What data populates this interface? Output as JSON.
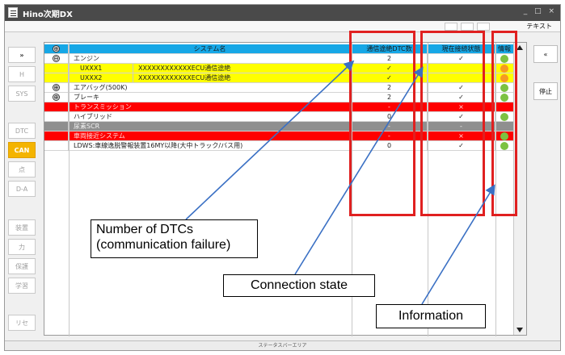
{
  "window": {
    "title": "Hino次期DX",
    "controls": "_ □ ×",
    "text_label": "テキスト"
  },
  "left_nav": [
    {
      "id": "collapse",
      "label": "»",
      "active": false,
      "dark": true
    },
    {
      "id": "h",
      "label": "H",
      "active": false,
      "dark": false
    },
    {
      "id": "sys",
      "label": "SYS",
      "active": false,
      "dark": false
    },
    {
      "id": "dtc",
      "label": "DTC",
      "active": false,
      "dark": false
    },
    {
      "id": "can",
      "label": "CAN",
      "active": true,
      "dark": false
    },
    {
      "id": "ten",
      "label": "点",
      "active": false,
      "dark": false
    },
    {
      "id": "da",
      "label": "D-A",
      "active": false,
      "dark": false
    },
    {
      "id": "sochi",
      "label": "装置",
      "active": false,
      "dark": false
    },
    {
      "id": "ka",
      "label": "力",
      "active": false,
      "dark": false
    },
    {
      "id": "hogo",
      "label": "保護",
      "active": false,
      "dark": false
    },
    {
      "id": "gaku",
      "label": "学習",
      "active": false,
      "dark": false
    },
    {
      "id": "reset",
      "label": "リセ",
      "active": false,
      "dark": false
    }
  ],
  "right_nav": [
    {
      "id": "expand",
      "label": "«"
    },
    {
      "id": "stop",
      "label": "停止"
    }
  ],
  "table": {
    "headers": {
      "expand": "⊕",
      "name": "システム名",
      "dtc": "通信途絶DTC数",
      "conn": "現在接続状態",
      "info": "情報"
    },
    "rows": [
      {
        "exp": "⊖",
        "code": "",
        "name": "エンジン",
        "dtc": "2",
        "conn": "✓",
        "info": "green",
        "bg": "white"
      },
      {
        "exp": "",
        "code": "UXXX1",
        "name": "XXXXXXXXXXXXECU通信途絶",
        "dtc": "✓",
        "conn": "",
        "info": "orange",
        "bg": "yellow"
      },
      {
        "exp": "",
        "code": "UXXX2",
        "name": "XXXXXXXXXXXXECU通信途絶",
        "dtc": "✓",
        "conn": "",
        "info": "orange",
        "bg": "yellow"
      },
      {
        "exp": "⊕",
        "code": "",
        "name": "エアバッグ(500K)",
        "dtc": "2",
        "conn": "✓",
        "info": "green",
        "bg": "white"
      },
      {
        "exp": "⊕",
        "code": "",
        "name": "ブレーキ",
        "dtc": "2",
        "conn": "✓",
        "info": "green",
        "bg": "white"
      },
      {
        "exp": "",
        "code": "",
        "name": "トランスミッション",
        "dtc": "-",
        "conn": "×",
        "info": "",
        "bg": "red"
      },
      {
        "exp": "",
        "code": "",
        "name": "ハイブリッド",
        "dtc": "0",
        "conn": "✓",
        "info": "green",
        "bg": "white"
      },
      {
        "exp": "",
        "code": "",
        "name": "尿素SCR",
        "dtc": "-",
        "conn": "-",
        "info": "",
        "bg": "gray"
      },
      {
        "exp": "",
        "code": "",
        "name": "車両接近システム",
        "dtc": "-",
        "conn": "×",
        "info": "green",
        "bg": "red"
      },
      {
        "exp": "",
        "code": "",
        "name": "LDWS:車線逸脱警報装置16MY以降(大中トラック/バス用)",
        "dtc": "0",
        "conn": "✓",
        "info": "green",
        "bg": "white"
      }
    ]
  },
  "status_bar": "ステータスバーエリア",
  "annotations": {
    "dtc_count": "Number of DTCs (communication failure)",
    "dtc_count_line1": "Number of DTCs",
    "dtc_count_line2": "(communication failure)",
    "connection_state": "Connection state",
    "information": "Information"
  },
  "colors": {
    "header": "#16a7e6",
    "warn": "#ffff00",
    "error": "#ff0000",
    "inactive": "#8f8f8f",
    "ok_dot": "#7cc242",
    "warn_dot": "#f59a23",
    "active_nav": "#f4b400",
    "frame": "#e02020",
    "arrow": "#3a70c4"
  }
}
